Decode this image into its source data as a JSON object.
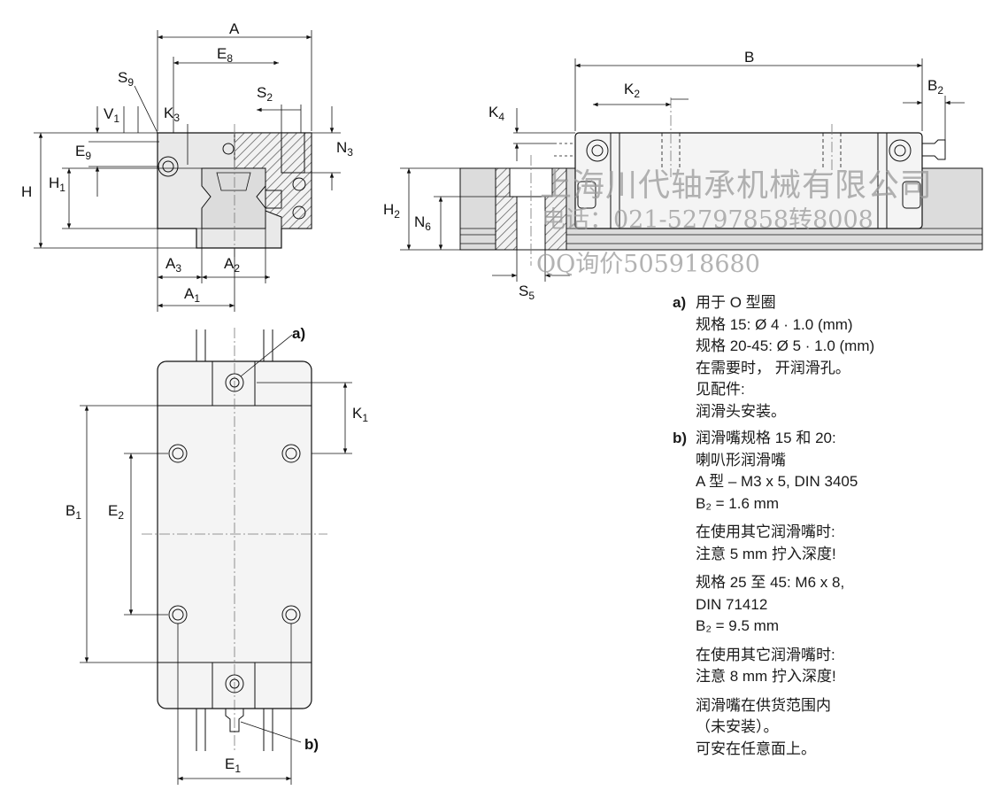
{
  "dimensions": {
    "A": "A",
    "E8": {
      "base": "E",
      "sub": "8"
    },
    "S9": {
      "base": "S",
      "sub": "9"
    },
    "V1": {
      "base": "V",
      "sub": "1"
    },
    "K3": {
      "base": "K",
      "sub": "3"
    },
    "S2": {
      "base": "S",
      "sub": "2"
    },
    "N3": {
      "base": "N",
      "sub": "3"
    },
    "E9": {
      "base": "E",
      "sub": "9"
    },
    "H": "H",
    "H1": {
      "base": "H",
      "sub": "1"
    },
    "A3": {
      "base": "A",
      "sub": "3"
    },
    "A2": {
      "base": "A",
      "sub": "2"
    },
    "A1": {
      "base": "A",
      "sub": "1"
    },
    "B": "B",
    "K2": {
      "base": "K",
      "sub": "2"
    },
    "B2": {
      "base": "B",
      "sub": "2"
    },
    "K4": {
      "base": "K",
      "sub": "4"
    },
    "H2": {
      "base": "H",
      "sub": "2"
    },
    "N6": {
      "base": "N",
      "sub": "6"
    },
    "S5": {
      "base": "S",
      "sub": "5"
    },
    "K1": {
      "base": "K",
      "sub": "1"
    },
    "B1": {
      "base": "B",
      "sub": "1"
    },
    "E2": {
      "base": "E",
      "sub": "2"
    },
    "E1": {
      "base": "E",
      "sub": "1"
    },
    "callout_a": "a)",
    "callout_b": "b)"
  },
  "watermark": {
    "company": "上海川代轴承机械有限公司",
    "phone": "电话：021-52797858转8008",
    "qq": "QQ询价505918680"
  },
  "notes": [
    {
      "key": "a)",
      "lines": [
        "用于 O 型圈",
        "规格 15: Ø 4 · 1.0 (mm)",
        "规格 20-45: Ø 5 · 1.0 (mm)",
        "在需要时， 开润滑孔。",
        "见配件:",
        "润滑头安装。"
      ]
    },
    {
      "key": "b)",
      "groups": [
        [
          "润滑嘴规格 15 和 20:",
          "喇叭形润滑嘴",
          "A 型 – M3 x 5, DIN 3405",
          "B₂ = 1.6 mm"
        ],
        [
          "在使用其它润滑嘴时:",
          "注意 5 mm 拧入深度!"
        ],
        [
          "规格 25 至 45: M6 x 8,",
          "DIN 71412",
          "B₂ = 9.5 mm"
        ],
        [
          "在使用其它润滑嘴时:",
          "注意 8 mm 拧入深度!"
        ],
        [
          "润滑嘴在供货范围内",
          "（未安装）。",
          "可安在任意面上。"
        ]
      ]
    }
  ],
  "colors": {
    "line": "#111111",
    "body_fill": "#e9e9e9",
    "hatch": "#555555",
    "watermark": "#9a9a9a"
  }
}
